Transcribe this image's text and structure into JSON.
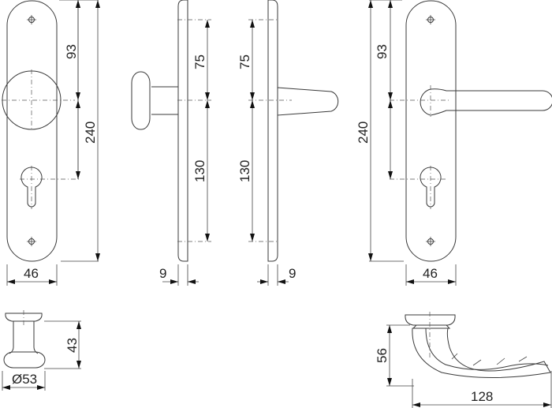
{
  "front_knob_view": {
    "height_label": "240",
    "spindle_offset_label": "93",
    "width_label": "46"
  },
  "side_knob_view": {
    "upper_label": "75",
    "lower_label": "130",
    "thickness_label": "9"
  },
  "side_lever_view": {
    "upper_label": "75",
    "lower_label": "130",
    "thickness_label": "9"
  },
  "front_lever_view": {
    "height_label": "240",
    "spindle_offset_label": "93",
    "width_label": "46"
  },
  "knob_detail": {
    "height_label": "43",
    "diameter_label": "Ø53"
  },
  "lever_detail": {
    "height_label": "56",
    "length_label": "128"
  }
}
